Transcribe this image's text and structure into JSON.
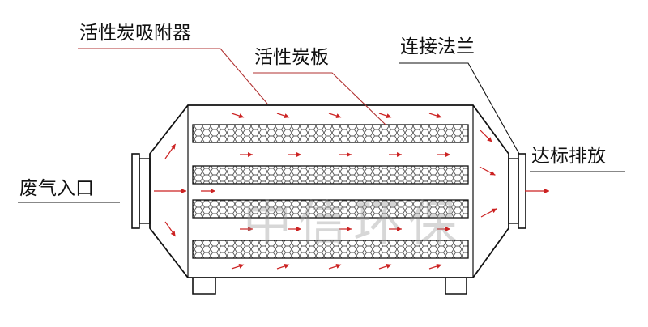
{
  "labels": {
    "adsorber": "活性炭吸附器",
    "carbon_plate": "活性炭板",
    "flange": "连接法兰",
    "inlet": "废气入口",
    "outlet": "达标排放"
  },
  "watermark": "中信环保",
  "colors": {
    "outline": "#111111",
    "leader": "#b03030",
    "arrow": "#cc2222",
    "hatch": "#555555"
  }
}
